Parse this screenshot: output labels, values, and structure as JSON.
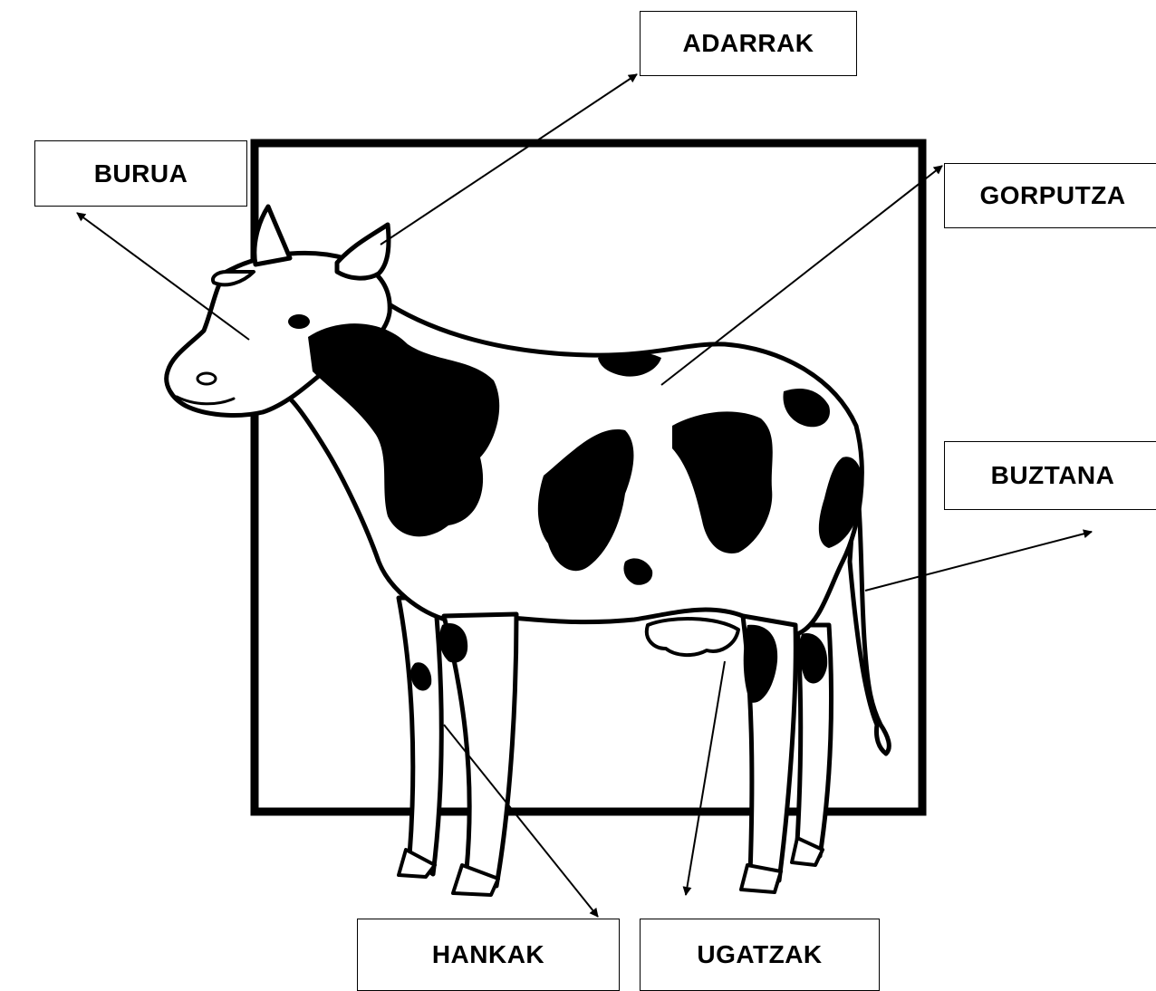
{
  "labels": {
    "adarrak": "ADARRAK",
    "burua": "BURUA",
    "gorputza": "GORPUTZA",
    "buztana": "BUZTANA",
    "hankak": "HANKAK",
    "ugatzak": "UGATZAK"
  },
  "colors": {
    "ink": "#000000",
    "paper": "#ffffff"
  }
}
